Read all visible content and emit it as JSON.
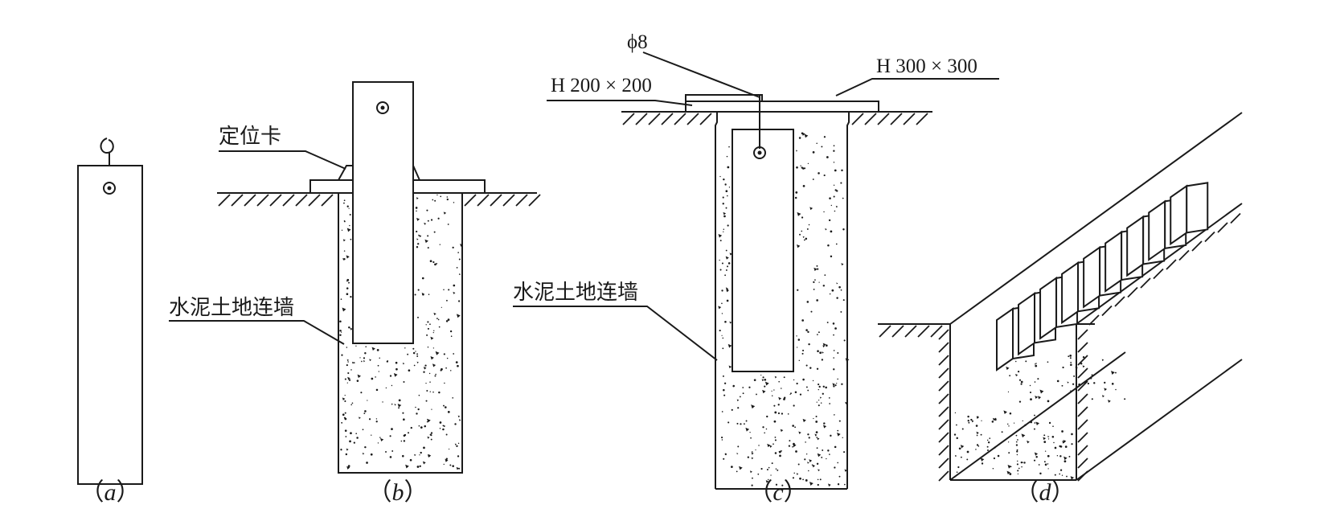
{
  "figure": {
    "panels": [
      {
        "id": "a",
        "caption_open": "（",
        "caption_letter": "a",
        "caption_close": "）"
      },
      {
        "id": "b",
        "caption_open": "（",
        "caption_letter": "b",
        "caption_close": "）"
      },
      {
        "id": "c",
        "caption_open": "（",
        "caption_letter": "c",
        "caption_close": "）"
      },
      {
        "id": "d",
        "caption_open": "（",
        "caption_letter": "d",
        "caption_close": "）"
      }
    ],
    "labels": {
      "locator": "定位卡",
      "wall_b": "水泥土地连墙",
      "wall_c": "水泥土地连墙",
      "rebar": "ϕ8",
      "beam_small": "H 200 × 200",
      "beam_large": "H 300 × 300"
    },
    "colors": {
      "ink": "#1a1a1a",
      "paper": "#ffffff"
    }
  }
}
